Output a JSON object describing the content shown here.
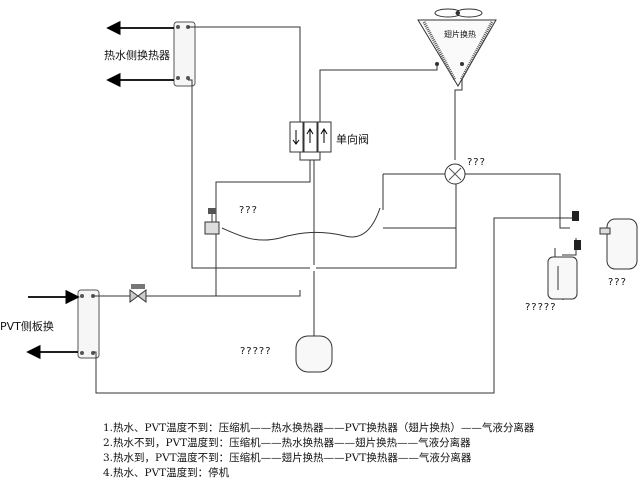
{
  "labels": {
    "hot_water_hx": "热水侧换热器",
    "check_valve": "单向阀",
    "pvt_hx": "PVT侧板换",
    "fin_hx": "翅片换热",
    "unknown_valve": "???",
    "unknown_expansion": "???",
    "unknown_compressor": "???",
    "unknown_receiver": "?????",
    "unknown_separator": "?????"
  },
  "legend": [
    "1.热水、PVT温度不到：压缩机——热水换热器——PVT换热器（翅片换热）——气液分离器",
    "2.热水不到，PVT温度到：压缩机——热水换热器——翅片换热——气液分离器",
    "3.热水到，PVT温度不到：压缩机——翅片换热——PVT换热器——气液分离器",
    "4.热水、PVT温度到：停机"
  ]
}
